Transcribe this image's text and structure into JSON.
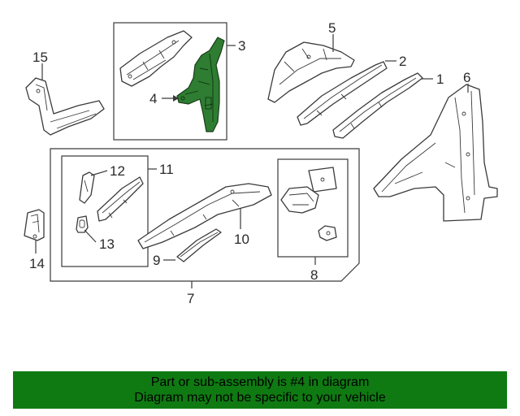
{
  "callouts": {
    "c1": "1",
    "c2": "2",
    "c3": "3",
    "c4": "4",
    "c5": "5",
    "c6": "6",
    "c7": "7",
    "c8": "8",
    "c9": "9",
    "c10": "10",
    "c11": "11",
    "c12": "12",
    "c13": "13",
    "c14": "14",
    "c15": "15"
  },
  "highlight_color": "#2e7d32",
  "banner": {
    "line1": "Part or sub-assembly is #4 in diagram",
    "line2": "Diagram may not be specific to your vehicle",
    "background": "#0f7a12"
  }
}
